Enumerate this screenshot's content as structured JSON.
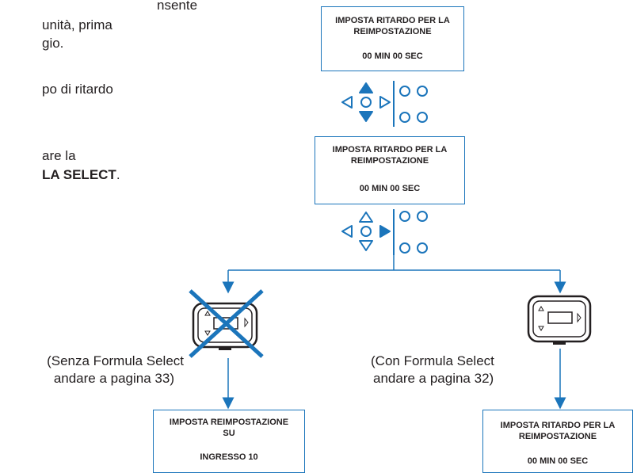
{
  "instructions": {
    "line1": "nsente",
    "line2": "unità, prima",
    "line3": "gio.",
    "line4": "po di ritardo",
    "line5": "are la",
    "line6_bold": "LA SELECT",
    "line6_end": "."
  },
  "screens": {
    "top": {
      "title1": "IMPOSTA RITARDO PER LA",
      "title2": "REIMPOSTAZIONE",
      "value": "00 MIN 00 SEC"
    },
    "middle": {
      "title1": "IMPOSTA RITARDO PER LA",
      "title2": "REIMPOSTAZIONE",
      "value": "00 MIN 00 SEC"
    },
    "bottom_left": {
      "title1": "IMPOSTA REIMPOSTAZIONE",
      "title2": "SU",
      "value": "INGRESSO 10"
    },
    "bottom_right": {
      "title1": "IMPOSTA RITARDO PER LA",
      "title2": "REIMPOSTAZIONE",
      "value": "00 MIN 00 SEC"
    }
  },
  "captions": {
    "left_line1": "(Senza Formula Select",
    "left_line2": "andare a pagina 33)",
    "right_line1": "(Con Formula Select",
    "right_line2": "andare a pagina 32)"
  },
  "colors": {
    "accent": "#1b75bb",
    "text": "#231f20",
    "device": "#231f20"
  },
  "icons": {
    "keypad_1": "keypad-up-down-pressed-icon",
    "keypad_2": "keypad-right-pressed-icon",
    "device_left": "formula-select-device-crossed-icon",
    "device_right": "formula-select-device-icon"
  }
}
